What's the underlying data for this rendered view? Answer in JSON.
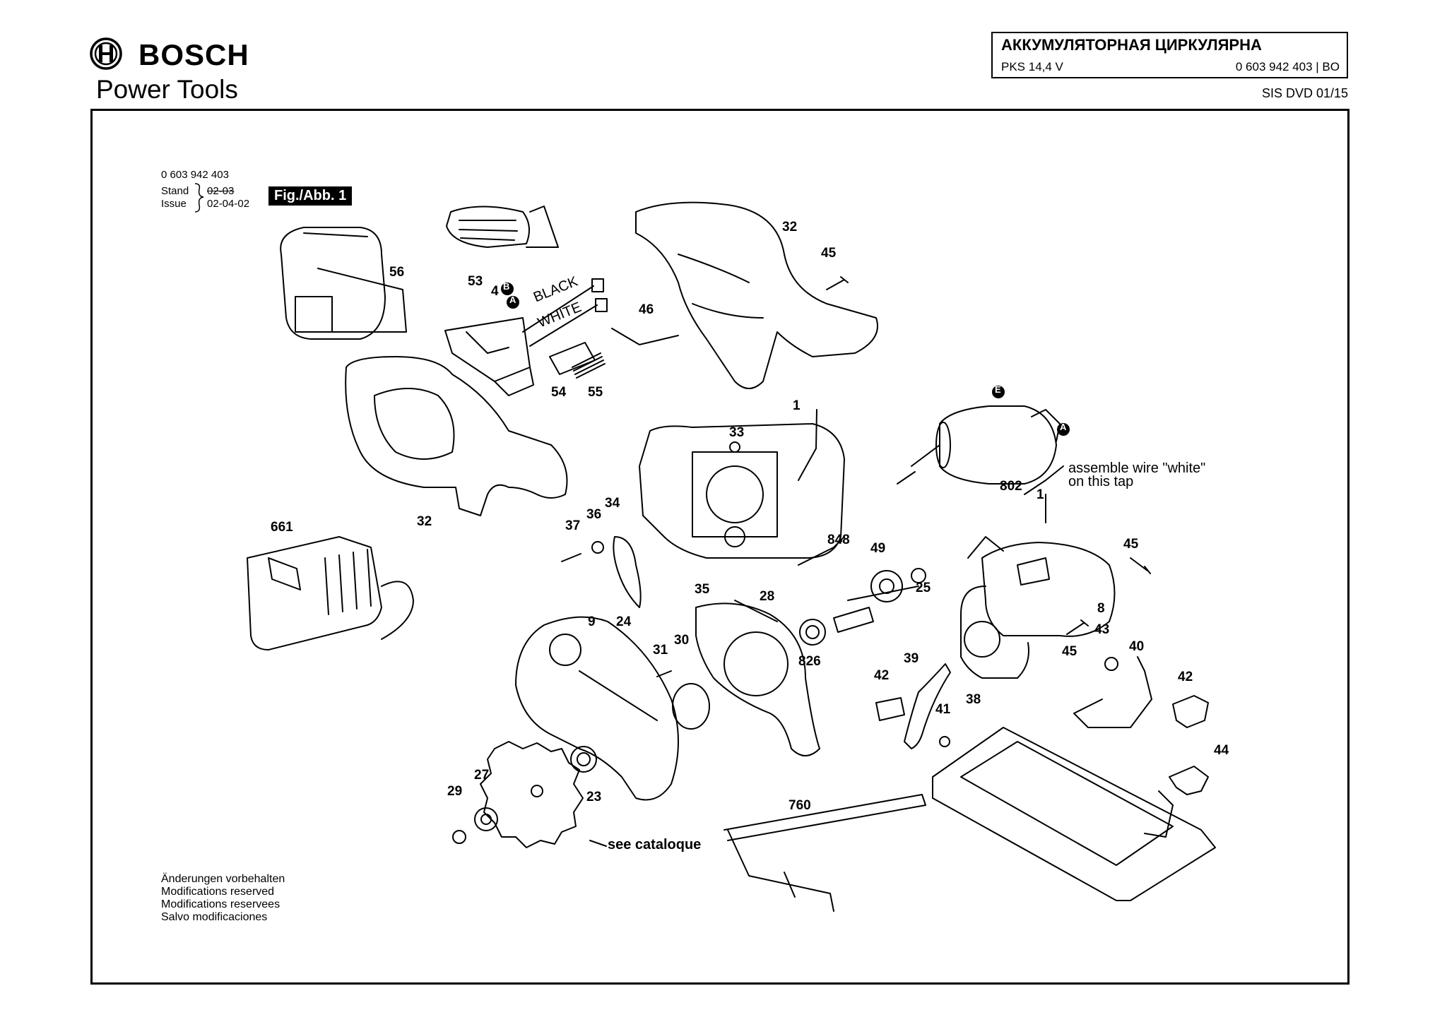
{
  "header": {
    "brand_name": "BOSCH",
    "division": "Power Tools",
    "title": "АККУМУЛЯТОРНАЯ ЦИРКУЛЯРНА",
    "model": "PKS 14,4 V",
    "part_number": "0 603 942 403 | BO",
    "edition": "SIS DVD 01/15"
  },
  "sheet": {
    "tool_number": "0 603 942 403",
    "stand_label": "Stand",
    "stand_value": "02-03",
    "issue_label": "Issue",
    "issue_value": "02-04-02",
    "figure_label": "Fig./Abb. 1"
  },
  "diagram": {
    "part_labels": [
      "56",
      "53",
      "4",
      "54",
      "55",
      "46",
      "32",
      "45",
      "32",
      "1",
      "33",
      "1",
      "802",
      "661",
      "37",
      "36",
      "34",
      "848",
      "49",
      "25",
      "45",
      "35",
      "28",
      "8",
      "9",
      "24",
      "31",
      "30",
      "826",
      "43",
      "40",
      "45",
      "42",
      "39",
      "42",
      "41",
      "38",
      "27",
      "23",
      "29",
      "44",
      "760"
    ],
    "wire_labels": {
      "black": "BLACK",
      "white": "WHITE"
    },
    "markers": {
      "a": "A",
      "b": "B",
      "e": "E"
    },
    "wire_note_line1": "assemble wire \"white\"",
    "wire_note_line2": "on this tap",
    "catalogue_note": "see cataloque"
  },
  "footer": {
    "notes": [
      "Änderungen vorbehalten",
      "Modifications reserved",
      "Modifications reservees",
      "Salvo modificaciones"
    ]
  }
}
